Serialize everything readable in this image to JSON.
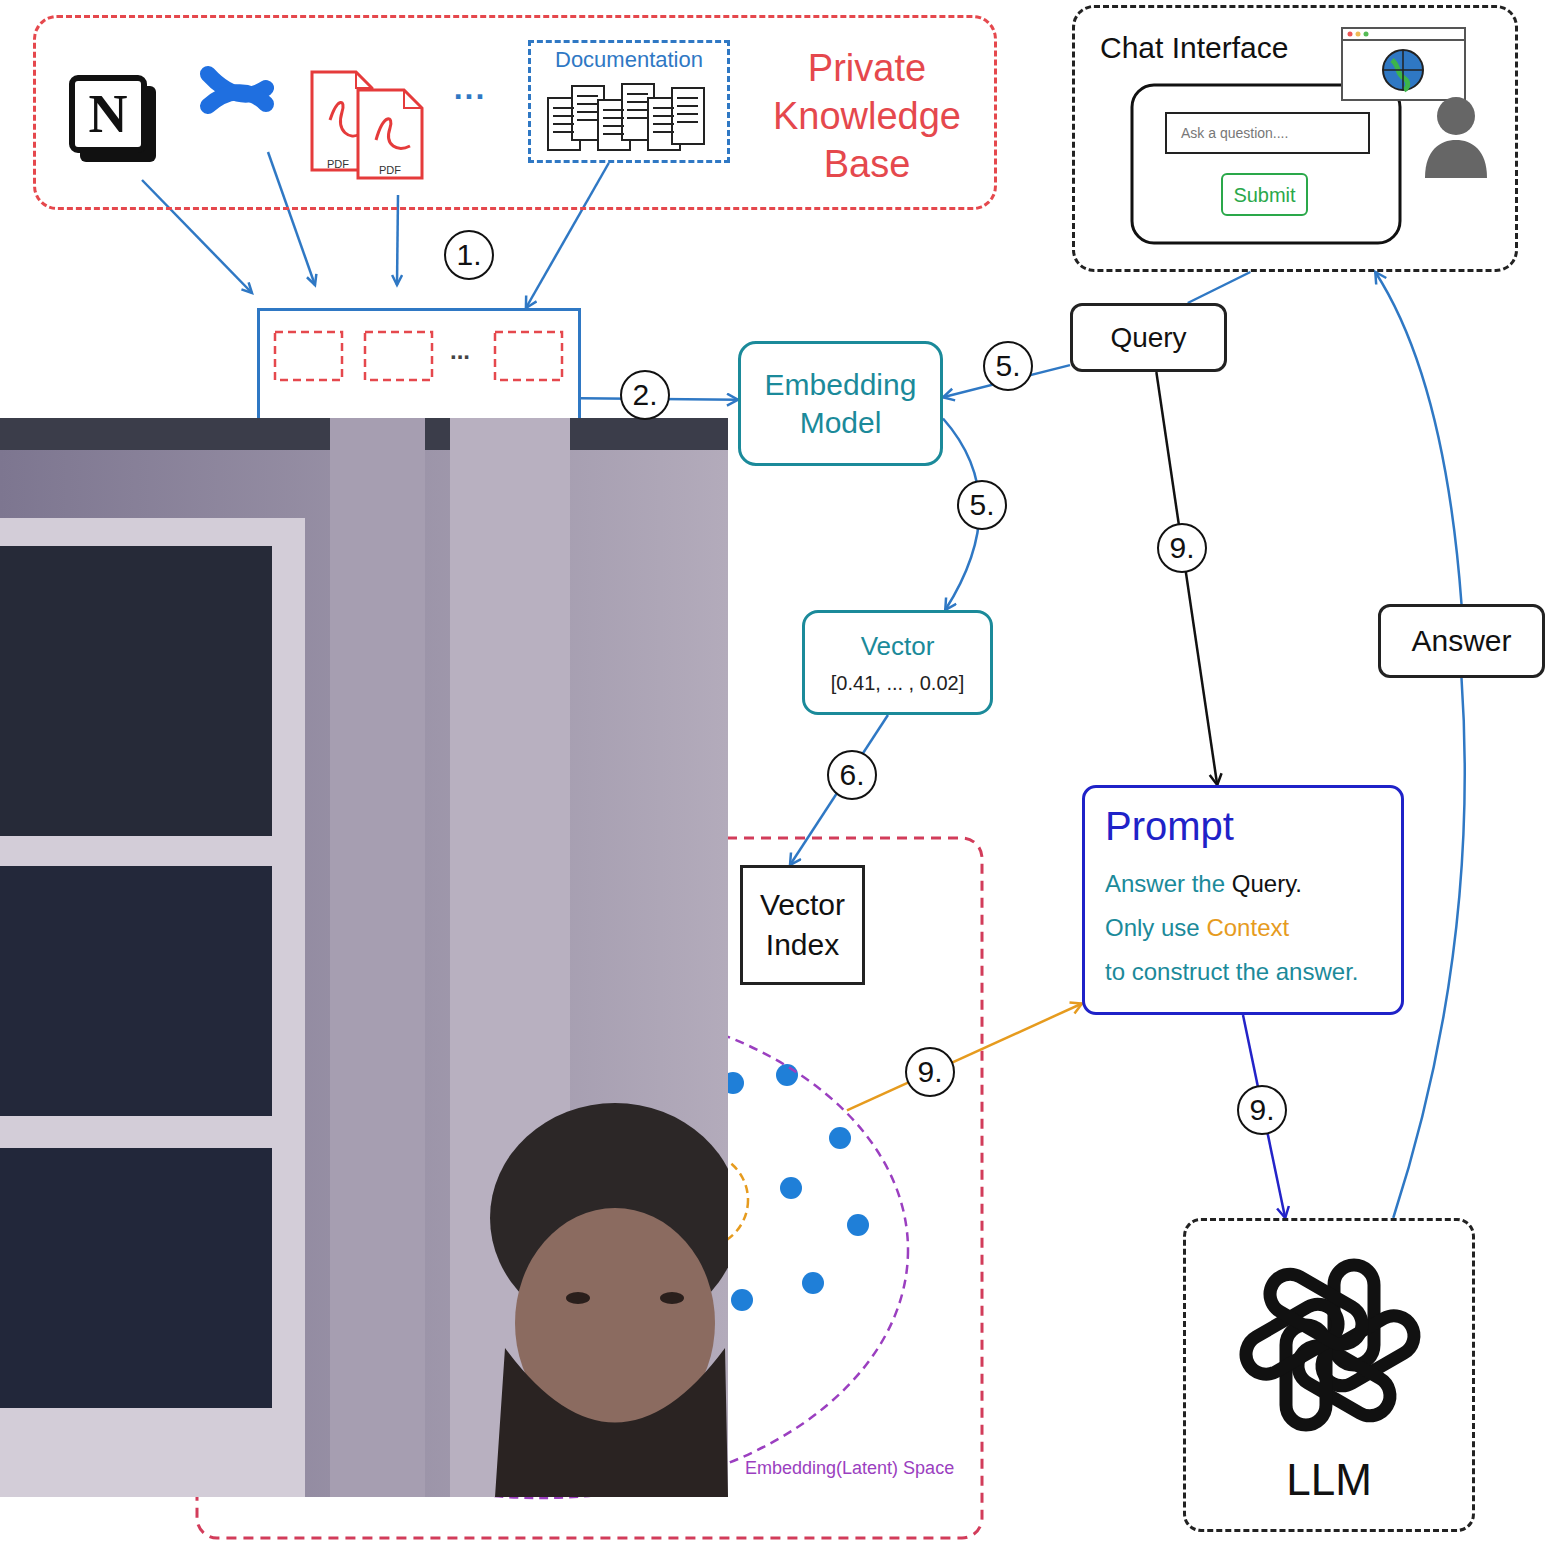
{
  "diagram": {
    "nodes": [
      {
        "text": [
          "Private Knowledge Base"
        ]
      },
      {
        "text": [
          "Documentation"
        ],
        "in": 0
      },
      {
        "text": [
          "..."
        ]
      },
      {
        "text": [
          "Chat Interface"
        ]
      },
      {
        "text": [
          "Ask a question...."
        ],
        "in": 3
      },
      {
        "text": [
          "Submit"
        ],
        "in": 3
      },
      {
        "text": [
          "Query"
        ]
      },
      {
        "text": [
          "Embedding Model"
        ]
      },
      {
        "text": [
          "Vector",
          "[0.41, ... , 0.02]"
        ]
      },
      {
        "text": [
          "Vector Index"
        ]
      },
      {
        "text": [
          "Embedding(Latent) Space"
        ]
      },
      {
        "text": [
          "Prompt",
          "Answer the",
          "Query.",
          "Only use",
          "Context",
          "to construct the answer."
        ]
      },
      {
        "text": [
          "LLM"
        ]
      },
      {
        "text": [
          "Answer"
        ]
      }
    ],
    "edges": [
      {
        "from": 1,
        "to": 2,
        "arrow": "to"
      },
      {
        "from": 2,
        "to": 7,
        "arrow": "to",
        "label": "2."
      },
      {
        "from": 3,
        "to": 6,
        "arrow": "none"
      },
      {
        "from": 6,
        "to": 7,
        "arrow": "to",
        "label": "5."
      },
      {
        "from": 7,
        "to": 8,
        "arrow": "to",
        "label": "5."
      },
      {
        "from": 8,
        "to": 9,
        "arrow": "to",
        "label": "6."
      },
      {
        "from": 6,
        "to": 11,
        "arrow": "to",
        "label": "9."
      },
      {
        "from": 10,
        "to": 11,
        "arrow": "to",
        "label": "9."
      },
      {
        "from": 11,
        "to": 12,
        "arrow": "to",
        "label": "9."
      },
      {
        "from": 12,
        "to": 13,
        "arrow": "none"
      },
      {
        "from": 13,
        "to": 3,
        "arrow": "to"
      }
    ],
    "labels": [
      "N",
      "PDF",
      "PDF",
      "...",
      "1."
    ]
  }
}
